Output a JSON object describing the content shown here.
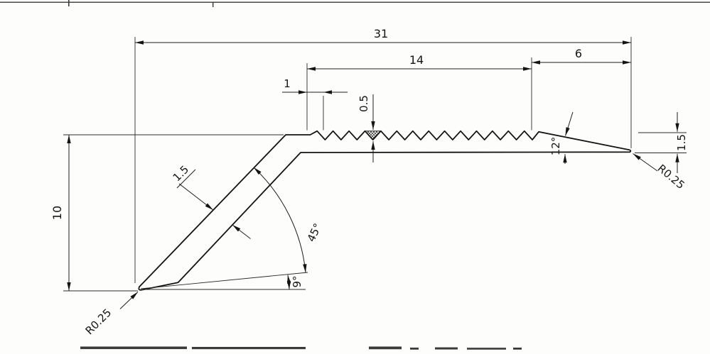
{
  "drawing": {
    "dims": {
      "overall_width": "31",
      "serration_width": "14",
      "end_width": "6",
      "tooth_pitch": "1",
      "tooth_depth": "0.5",
      "height": "10",
      "wall_thickness": "1.5",
      "leg_angle": "45°",
      "tip_angle": "9°",
      "end_angle": "12°",
      "end_thickness": "1.5",
      "radius_left": "R0.25",
      "radius_right": "R0.25"
    }
  }
}
